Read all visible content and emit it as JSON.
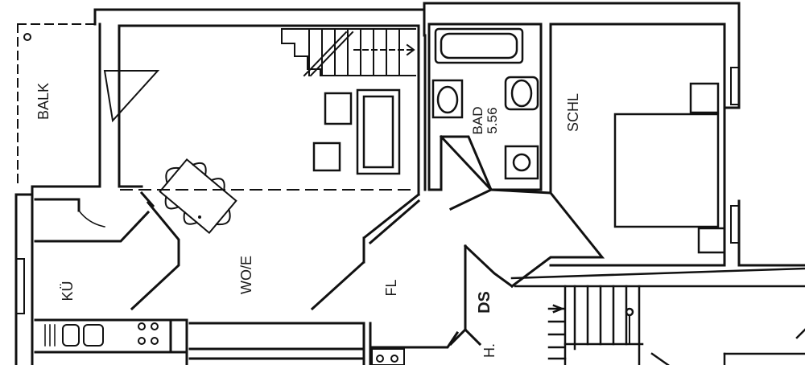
{
  "rooms": {
    "balcony": "BALK",
    "living_dining": "WO/E",
    "kitchen": "KÜ",
    "hall": "FL",
    "bath": "BAD",
    "bath_area": "5.56",
    "bedroom": "SCHL",
    "stair_mark": "DS",
    "partial_label": "H."
  }
}
